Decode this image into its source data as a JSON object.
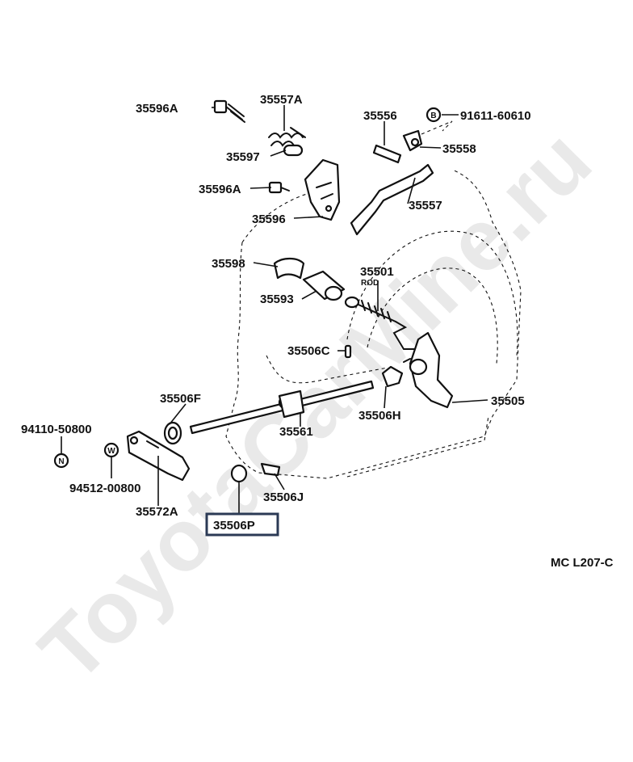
{
  "watermark": "ToyotaCarMine.ru",
  "diagram_code": "MC  L207-C",
  "symbols": {
    "b": "B",
    "n": "N",
    "w": "W"
  },
  "parts": {
    "p35596a_top": "35596A",
    "p35557a": "35557A",
    "p35597": "35597",
    "p35596a_mid": "35596A",
    "p35596": "35596",
    "p35556": "35556",
    "p91611": "91611-60610",
    "p35558": "35558",
    "p35557": "35557",
    "p35598": "35598",
    "p35593": "35593",
    "p35501": "35501",
    "rod": "ROD",
    "p35506c": "35506C",
    "p35506f": "35506F",
    "p35561": "35561",
    "p35506h": "35506H",
    "p35505": "35505",
    "p94110": "94110-50800",
    "p94512": "94512-00800",
    "p35572a": "35572A",
    "p35506j": "35506J",
    "p35506p": "35506P"
  }
}
